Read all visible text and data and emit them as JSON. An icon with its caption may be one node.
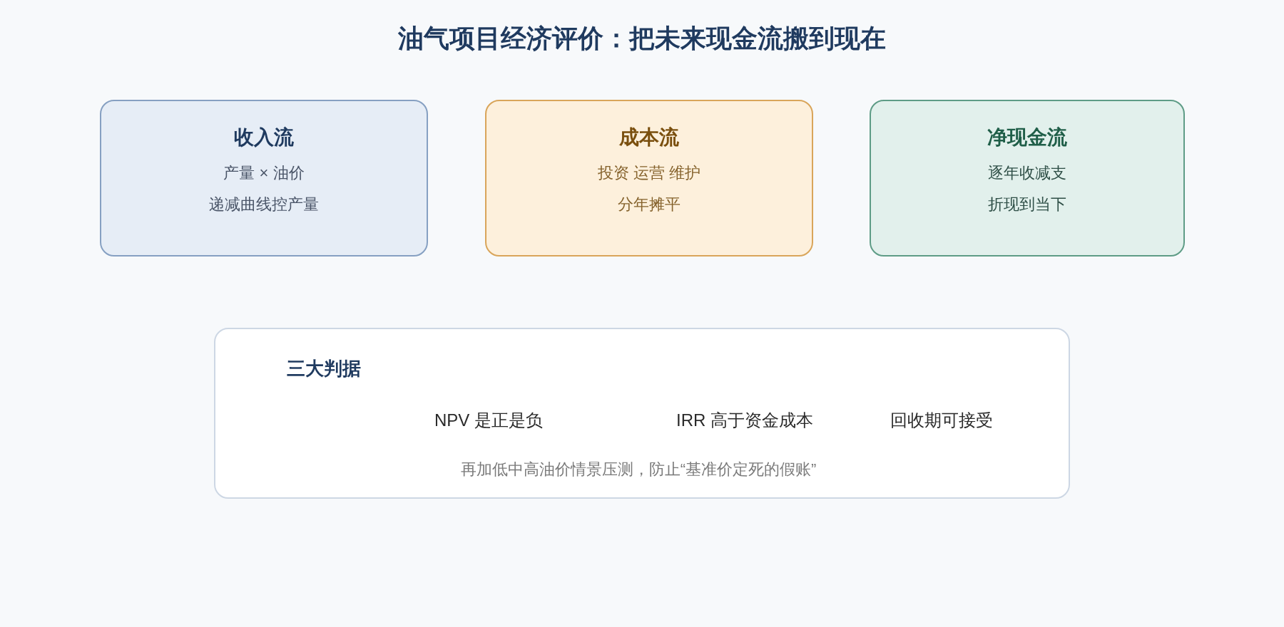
{
  "diagram": {
    "title": "油气项目经济评价：把未来现金流搬到现在",
    "nodes": [
      {
        "text": [
          "收入流",
          "产量 × 油价",
          "递减曲线控产量"
        ]
      },
      {
        "text": [
          "成本流",
          "投资 运营 维护",
          "分年摊平"
        ]
      },
      {
        "text": [
          "净现金流",
          "逐年收减支",
          "折现到当下"
        ]
      },
      {
        "text": [
          "三大判据",
          "NPV 是正是负",
          "IRR 高于资金成本",
          "回收期可接受",
          "再加低中高油价情景压测，防止“基准价定死的假账”"
        ]
      }
    ]
  }
}
